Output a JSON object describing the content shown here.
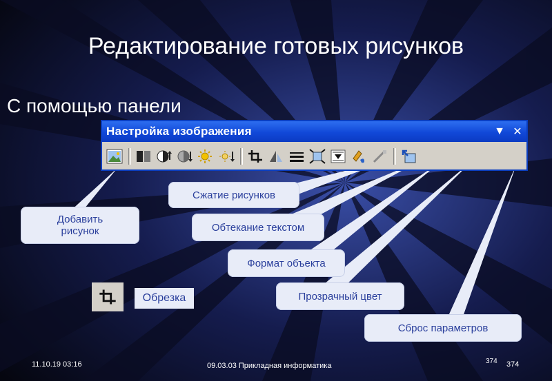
{
  "slide": {
    "title": "Редактирование готовых рисунков",
    "subtitle": "С помощью панели"
  },
  "toolbar": {
    "title": "Настройка изображения",
    "menu_glyph": "▼",
    "close_glyph": "✕",
    "buttons": [
      {
        "icon": "insert-picture-icon"
      },
      {
        "icon": "color-icon"
      },
      {
        "icon": "more-contrast-icon"
      },
      {
        "icon": "less-contrast-icon"
      },
      {
        "icon": "more-brightness-icon"
      },
      {
        "icon": "less-brightness-icon"
      },
      {
        "icon": "crop-icon"
      },
      {
        "icon": "rotate-left-icon"
      },
      {
        "icon": "line-style-icon"
      },
      {
        "icon": "compress-pictures-icon"
      },
      {
        "icon": "text-wrapping-icon"
      },
      {
        "icon": "format-picture-icon"
      },
      {
        "icon": "set-transparent-color-icon"
      },
      {
        "icon": "reset-picture-icon"
      }
    ]
  },
  "callouts": {
    "add_picture": "Добавить рисунок",
    "compress": "Сжатие рисунков",
    "wrapping": "Обтекание текстом",
    "format": "Формат объекта",
    "transparent": "Прозрачный цвет",
    "reset": "Сброс параметров",
    "crop": "Обрезка"
  },
  "footer": {
    "date": "11.10.19 03:16",
    "course": "09.03.03 Прикладная информатика",
    "page_small": "374",
    "page": "374"
  },
  "colors": {
    "callout_bg": "#e8ecf8",
    "callout_text": "#2a3f9c",
    "titlebar": "#1148d8",
    "toolbar_bg": "#d4d0c8"
  }
}
